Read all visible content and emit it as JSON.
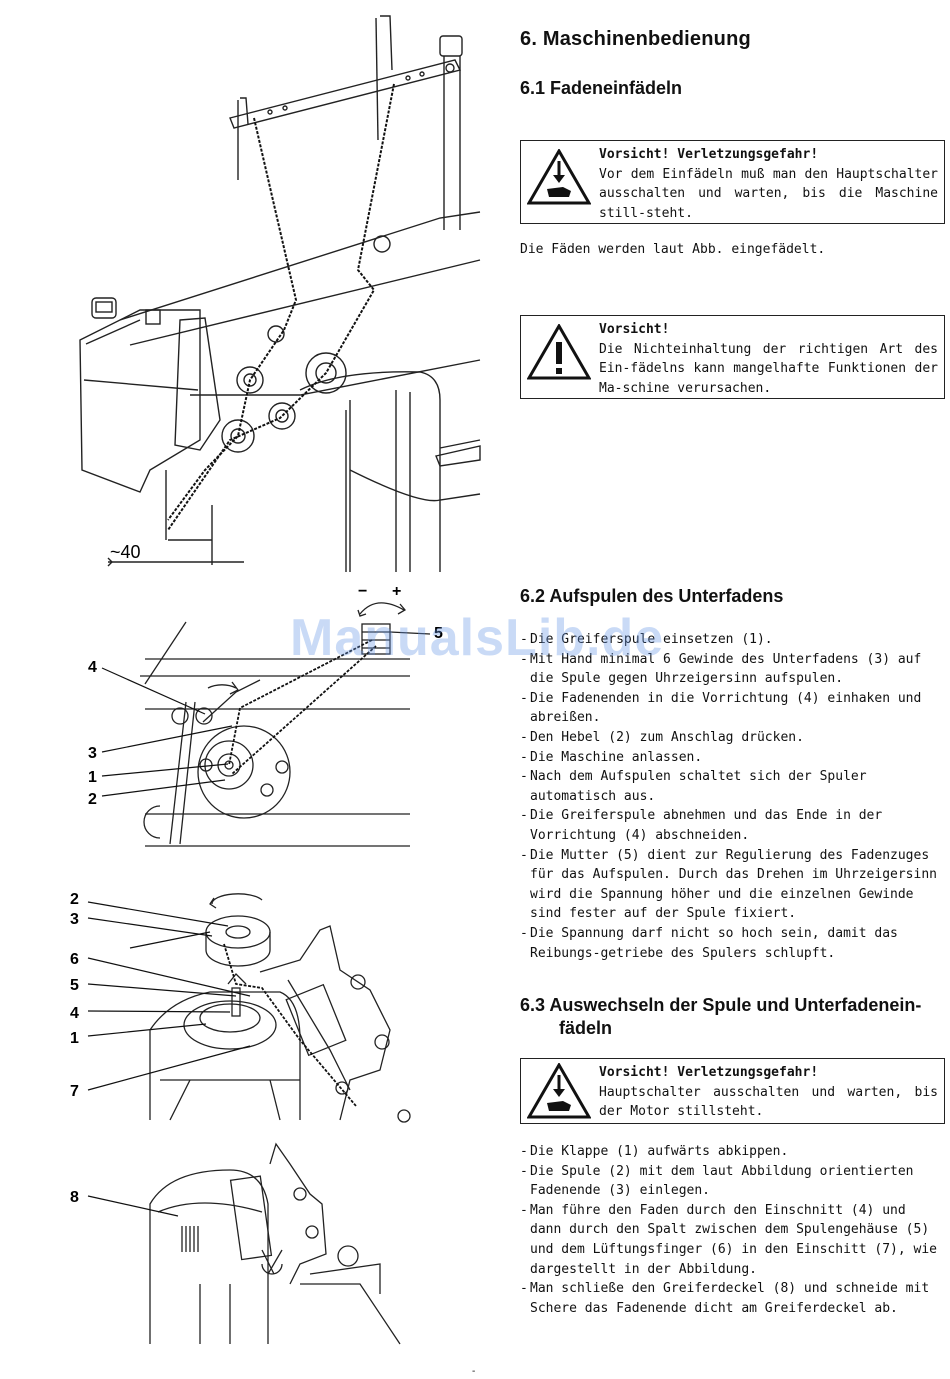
{
  "section_title": "6.   Maschinenbedienung",
  "s61": {
    "heading": "6.1 Fadeneinfädeln",
    "warn1_title": "Vorsicht! Verletzungsgefahr!",
    "warn1_text": "Vor dem Einfädeln muß man den Hauptschalter ausschalten und warten, bis die Maschine still-steht.",
    "para": "Die Fäden werden laut Abb. eingefädelt.",
    "warn2_title": "Vorsicht!",
    "warn2_text": "Die Nichteinhaltung der richtigen Art des Ein-fädelns kann mangelhafte Funktionen der Ma-schine verursachen."
  },
  "s62": {
    "heading": "6.2  Aufspulen des Unterfadens",
    "steps": [
      "Die Greiferspule einsetzen (1).",
      "Mit Hand minimal 6 Gewinde des Unterfadens (3) auf die Spule gegen Uhrzeigersinn aufspulen.",
      "Die Fadenenden in die Vorrichtung (4) einhaken und abreißen.",
      "Den Hebel (2) zum Anschlag drücken.",
      "Die Maschine anlassen.",
      "Nach dem Aufspulen schaltet sich der Spuler automatisch aus.",
      "Die Greiferspule abnehmen und das Ende in der Vorrichtung (4) abschneiden.",
      "Die Mutter (5) dient zur Regulierung des Fadenzuges für das Aufspulen. Durch das Drehen im Uhrzeigersinn wird die Spannung höher und die einzelnen Gewinde sind fester auf der Spule fixiert.",
      "Die Spannung darf nicht so hoch sein, damit das Reibungs-getriebe des Spulers schlupft."
    ]
  },
  "s63": {
    "heading_line1": "6.3  Auswechseln der Spule und Unterfadenein-",
    "heading_line2": "fädeln",
    "warn_title": "Vorsicht! Verletzungsgefahr!",
    "warn_text": "Hauptschalter ausschalten und warten, bis der Motor stillsteht.",
    "steps": [
      "Die Klappe (1) aufwärts abkippen.",
      "Die Spule (2) mit dem laut Abbildung orientierten Fadenende (3) einlegen.",
      "Man führe den Faden durch den Einschnitt (4) und dann durch den Spalt zwischen dem Spulengehäuse (5) und dem Lüftungsfinger (6) in den Einschitt (7), wie dargestellt in der Abbildung.",
      "Man schließe den Greiferdeckel (8) und schneide mit Schere das Fadenende dicht am Greiferdeckel ab."
    ]
  },
  "figures": {
    "fig1_dimension": "~40",
    "fig2_minus": "−",
    "fig2_plus": "+",
    "fig2_labels": [
      "4",
      "3",
      "1",
      "2",
      "5"
    ],
    "fig3_labels": [
      "2",
      "3",
      "6",
      "5",
      "4",
      "1",
      "7"
    ],
    "fig4_labels": [
      "8"
    ]
  },
  "watermark": "ManualsLib.de",
  "page_number": "-"
}
